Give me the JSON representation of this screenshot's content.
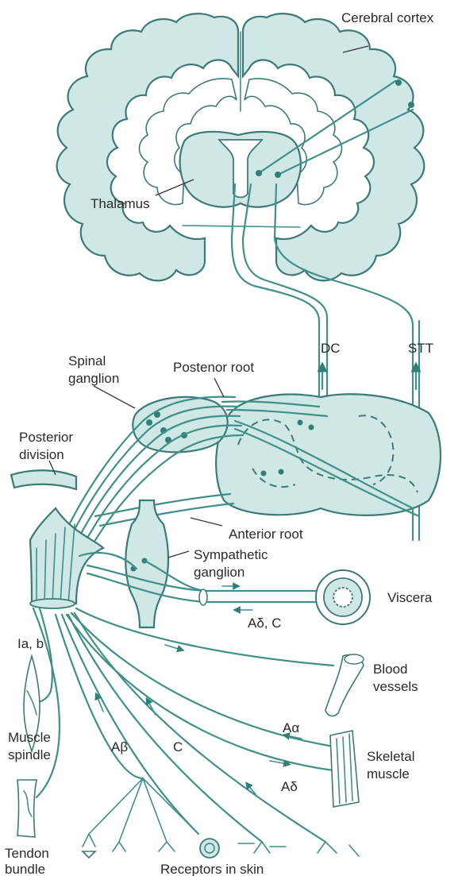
{
  "labels": {
    "cerebral_cortex": "Cerebral cortex",
    "thalamus": "Thalamus",
    "dc": "DC",
    "stt": "STT",
    "spinal_ganglion_1": "Spinal",
    "spinal_ganglion_2": "ganglion",
    "posterior_root": "Postenor root",
    "posterior_division_1": "Posterior",
    "posterior_division_2": "division",
    "anterior_root": "Anterior root",
    "sympathetic_ganglion_1": "Sympathetic",
    "sympathetic_ganglion_2": "ganglion",
    "viscera": "Viscera",
    "a_delta_c": "Aδ, C",
    "ia_b": "Ia, b",
    "blood_vessels_1": "Blood",
    "blood_vessels_2": "vessels",
    "muscle_spindle_1": "Muscle",
    "muscle_spindle_2": "spindle",
    "a_alpha": "Aα",
    "skeletal_muscle_1": "Skeletal",
    "skeletal_muscle_2": "muscle",
    "a_beta": "Aβ",
    "c": "C",
    "a_delta": "Aδ",
    "tendon_bundle_1": "Tendon",
    "tendon_bundle_2": "bundle",
    "receptors_in_skin": "Receptors in skin"
  },
  "colors": {
    "tissue_fill": "#cfe8e6",
    "tissue_stroke": "#3c7a78",
    "fiber": "#3f8f8a",
    "label_text": "#2a2a2a"
  }
}
